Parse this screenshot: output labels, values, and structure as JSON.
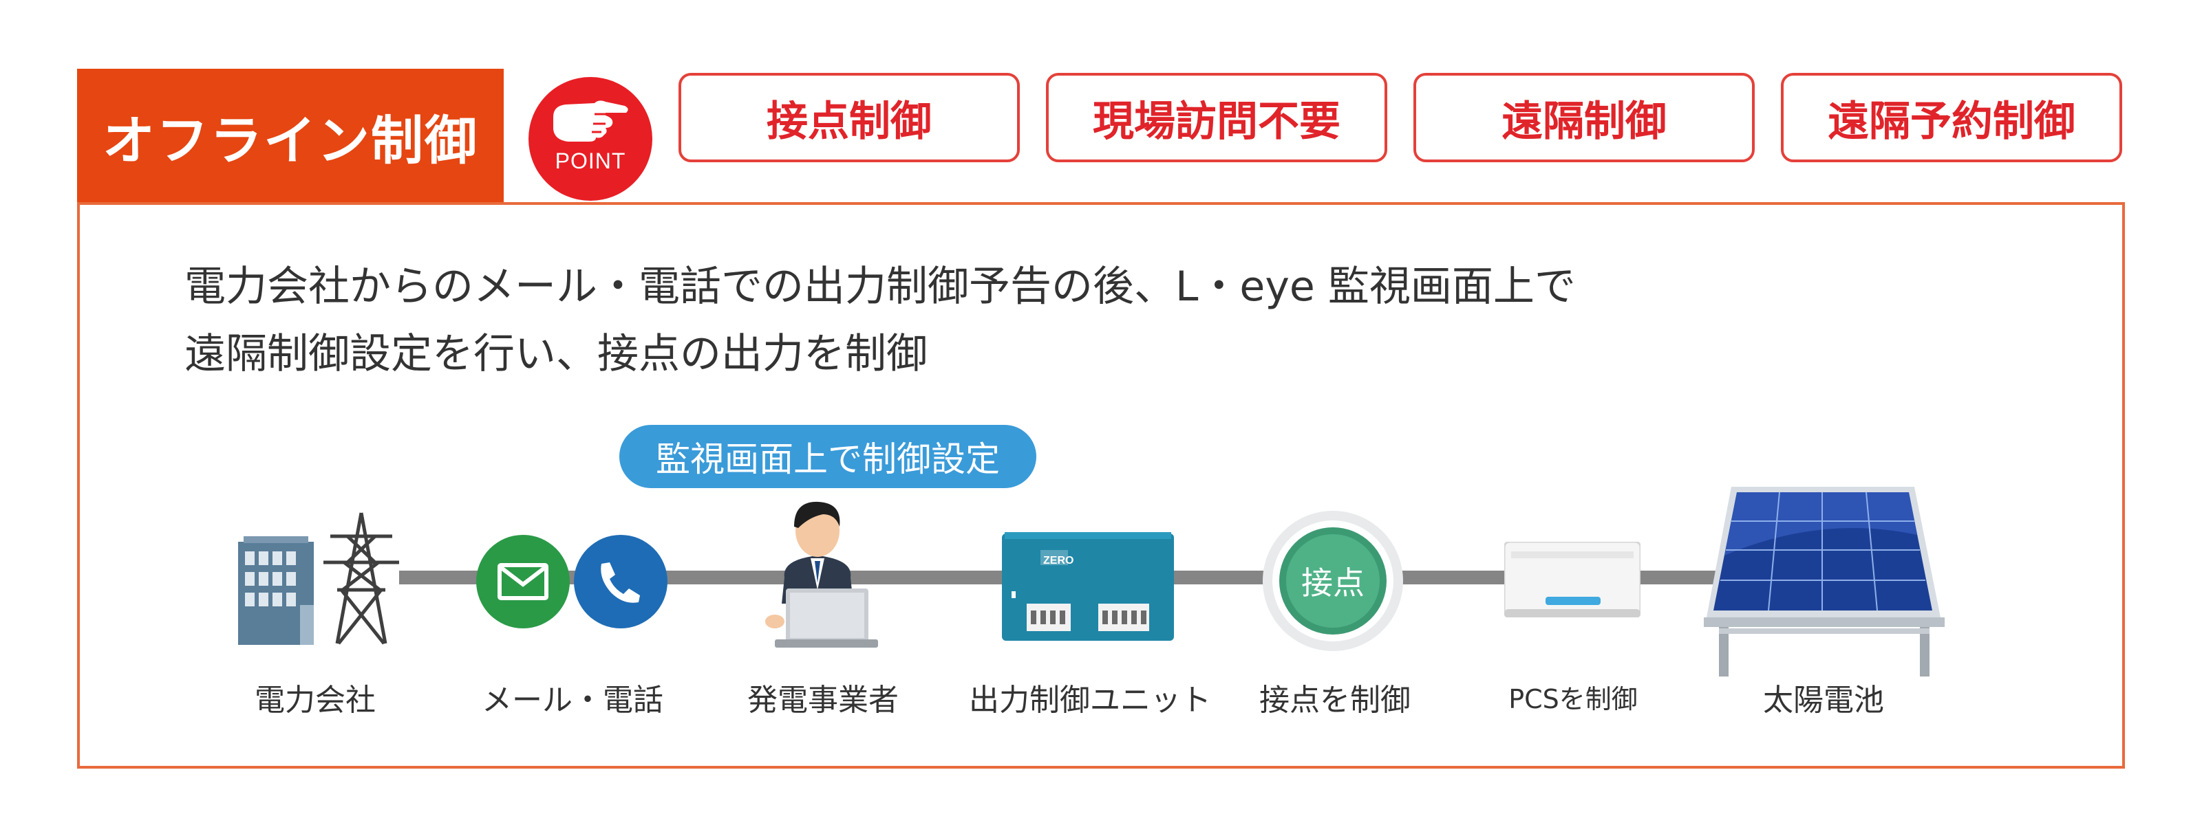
{
  "header": {
    "title": "オフライン制御",
    "point_badge": "POINT"
  },
  "features": [
    "接点制御",
    "現場訪問不要",
    "遠隔制御",
    "遠隔予約制御"
  ],
  "description": {
    "line1": "電力会社からのメール・電話での出力制御予告の後、L・eye 監視画面上で",
    "line2": "遠隔制御設定を行い、接点の出力を制御"
  },
  "callout": "監視画面上で制御設定",
  "flow": {
    "nodes": [
      {
        "label": "電力会社",
        "icon": "power-company-icon"
      },
      {
        "label": "メール・電話",
        "icon": "mail-phone-icon"
      },
      {
        "label": "発電事業者",
        "icon": "operator-icon"
      },
      {
        "label": "出力制御ユニット",
        "icon": "control-unit-icon"
      },
      {
        "label": "接点を制御",
        "icon": "contact-button-icon"
      },
      {
        "label": "PCSを制御",
        "icon": "pcs-icon"
      },
      {
        "label": "太陽電池",
        "icon": "solar-panel-icon"
      }
    ],
    "contact_button_text": "接点",
    "unit_logo_text": "ZERO"
  },
  "colors": {
    "header_bg": "#e64611",
    "accent_red": "#e0242a",
    "box_border": "#e86a3c",
    "callout_bg": "#3a9bd9",
    "connector": "#858585"
  }
}
